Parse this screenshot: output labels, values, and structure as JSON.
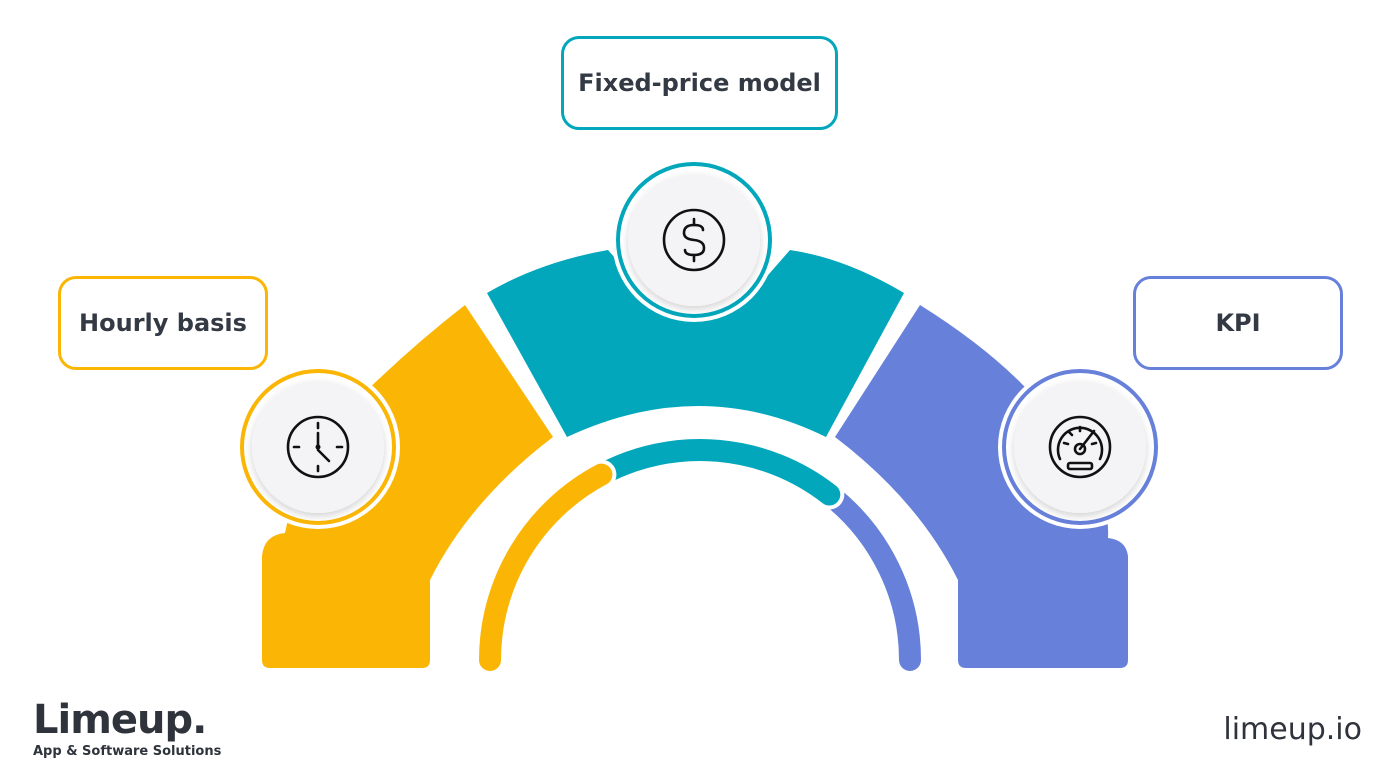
{
  "colors": {
    "yellow": "#fbb605",
    "teal": "#02a7bb",
    "blue": "#6780da",
    "text": "#333a44"
  },
  "segments": [
    {
      "label": "Hourly basis",
      "icon": "clock-icon",
      "color_key": "yellow"
    },
    {
      "label": "Fixed-price model",
      "icon": "dollar-icon",
      "color_key": "teal"
    },
    {
      "label": "KPI",
      "icon": "speedometer-icon",
      "color_key": "blue"
    }
  ],
  "branding": {
    "logo_name": "Limeup.",
    "logo_tagline": "App & Software Solutions",
    "site": "limeup.io"
  }
}
